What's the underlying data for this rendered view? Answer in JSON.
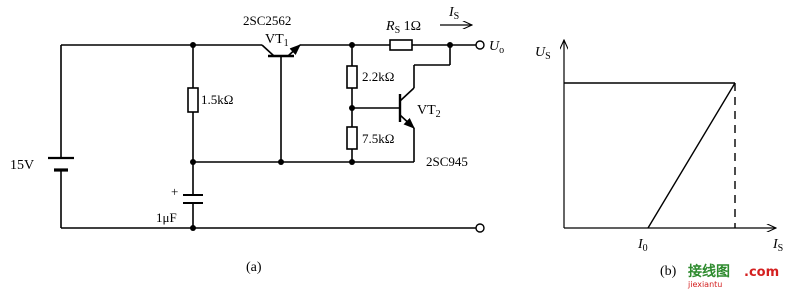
{
  "figure_a": {
    "caption": "(a)",
    "battery_voltage": "15V",
    "r_left": "1.5kΩ",
    "cap_plus": "+",
    "cap_value": "1μF",
    "vt1_part": "2SC2562",
    "vt1_main": "VT",
    "vt1_sub": "1",
    "rs_main": "R",
    "rs_sub": "S",
    "rs_value": " 1Ω",
    "is_main": "I",
    "is_sub": "S",
    "uo_main": "U",
    "uo_sub": "o",
    "r_upper": "2.2kΩ",
    "r_lower": "7.5kΩ",
    "vt2_main": "VT",
    "vt2_sub": "2",
    "vt2_part": "2SC945"
  },
  "figure_b": {
    "caption": "(b)",
    "y_main": "U",
    "y_sub": "S",
    "x_main": "I",
    "x_sub": "S",
    "i0_main": "I",
    "i0_sub": "0"
  },
  "watermark": {
    "brand_cn": "接线图",
    "brand_dotcom": ".com",
    "url": "jiexiantu"
  },
  "colors": {
    "ink": "#000000",
    "watermark_green": "#2e8b2e",
    "watermark_red": "#d42020"
  }
}
